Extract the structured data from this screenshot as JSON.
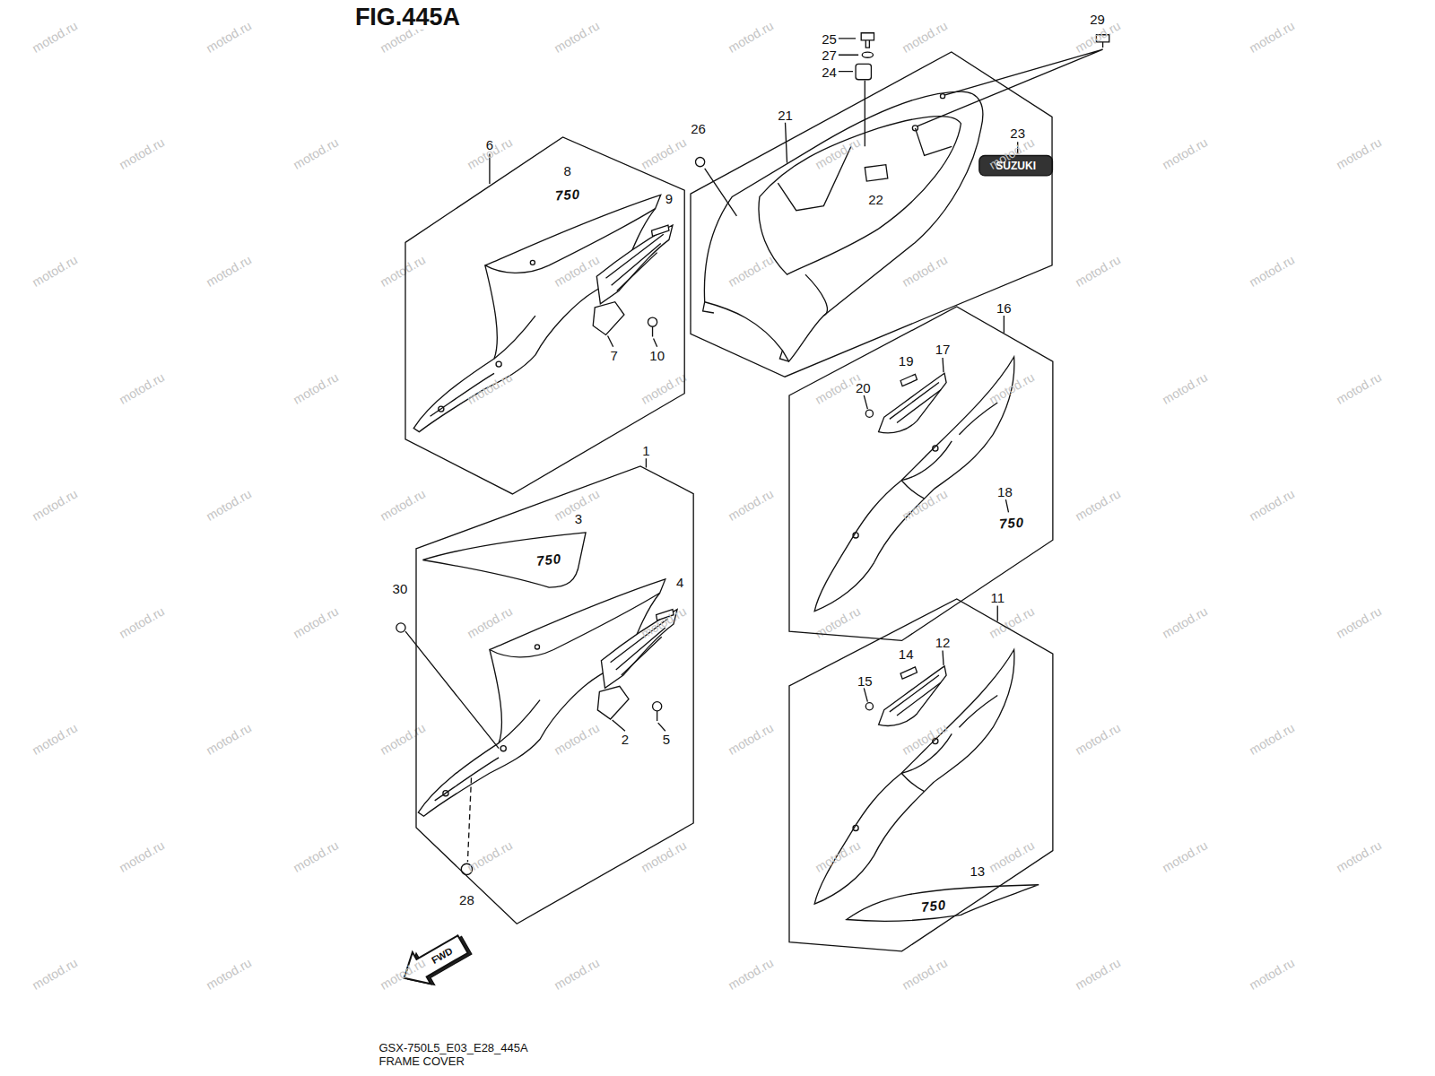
{
  "diagram": {
    "title": "FIG.445A",
    "caption": "GSX-750L5_E03_E28_445A FRAME COVER",
    "nodes": [
      {
        "text": [
          "21",
          "23",
          "22"
        ]
      },
      {
        "text": [
          "6",
          "8",
          "9",
          "7",
          "10"
        ]
      },
      {
        "text": [
          "16",
          "17",
          "19",
          "20",
          "18"
        ]
      },
      {
        "text": [
          "1",
          "3",
          "4",
          "2",
          "5"
        ]
      },
      {
        "text": [
          "11",
          "12",
          "14",
          "15",
          "13"
        ]
      }
    ],
    "labels": [
      "29",
      "25",
      "27",
      "24",
      "26",
      "30",
      "28",
      "750",
      "SUZUKI",
      "750",
      "750",
      "750",
      "FWD",
      "motod.ru",
      "motod.ru",
      "motod.ru",
      "motod.ru",
      "motod.ru",
      "motod.ru",
      "motod.ru",
      "motod.ru",
      "motod.ru",
      "motod.ru",
      "motod.ru",
      "motod.ru",
      "motod.ru",
      "motod.ru",
      "motod.ru",
      "motod.ru",
      "motod.ru",
      "motod.ru",
      "motod.ru",
      "motod.ru",
      "motod.ru",
      "motod.ru",
      "motod.ru",
      "motod.ru",
      "motod.ru",
      "motod.ru",
      "motod.ru",
      "motod.ru",
      "motod.ru",
      "motod.ru",
      "motod.ru",
      "motod.ru",
      "motod.ru",
      "motod.ru",
      "motod.ru",
      "motod.ru",
      "motod.ru",
      "motod.ru",
      "motod.ru",
      "motod.ru",
      "motod.ru",
      "motod.ru",
      "motod.ru",
      "motod.ru",
      "motod.ru",
      "motod.ru",
      "motod.ru",
      "motod.ru",
      "motod.ru",
      "motod.ru",
      "motod.ru",
      "motod.ru",
      "motod.ru",
      "motod.ru",
      "motod.ru",
      "motod.ru",
      "motod.ru",
      "motod.ru",
      "motod.ru",
      "motod.ru",
      "motod.ru",
      "motod.ru",
      "motod.ru",
      "motod.ru",
      "motod.ru",
      "motod.ru",
      "motod.ru",
      "motod.ru",
      "motod.ru",
      "motod.ru",
      "motod.ru",
      "motod.ru"
    ]
  }
}
